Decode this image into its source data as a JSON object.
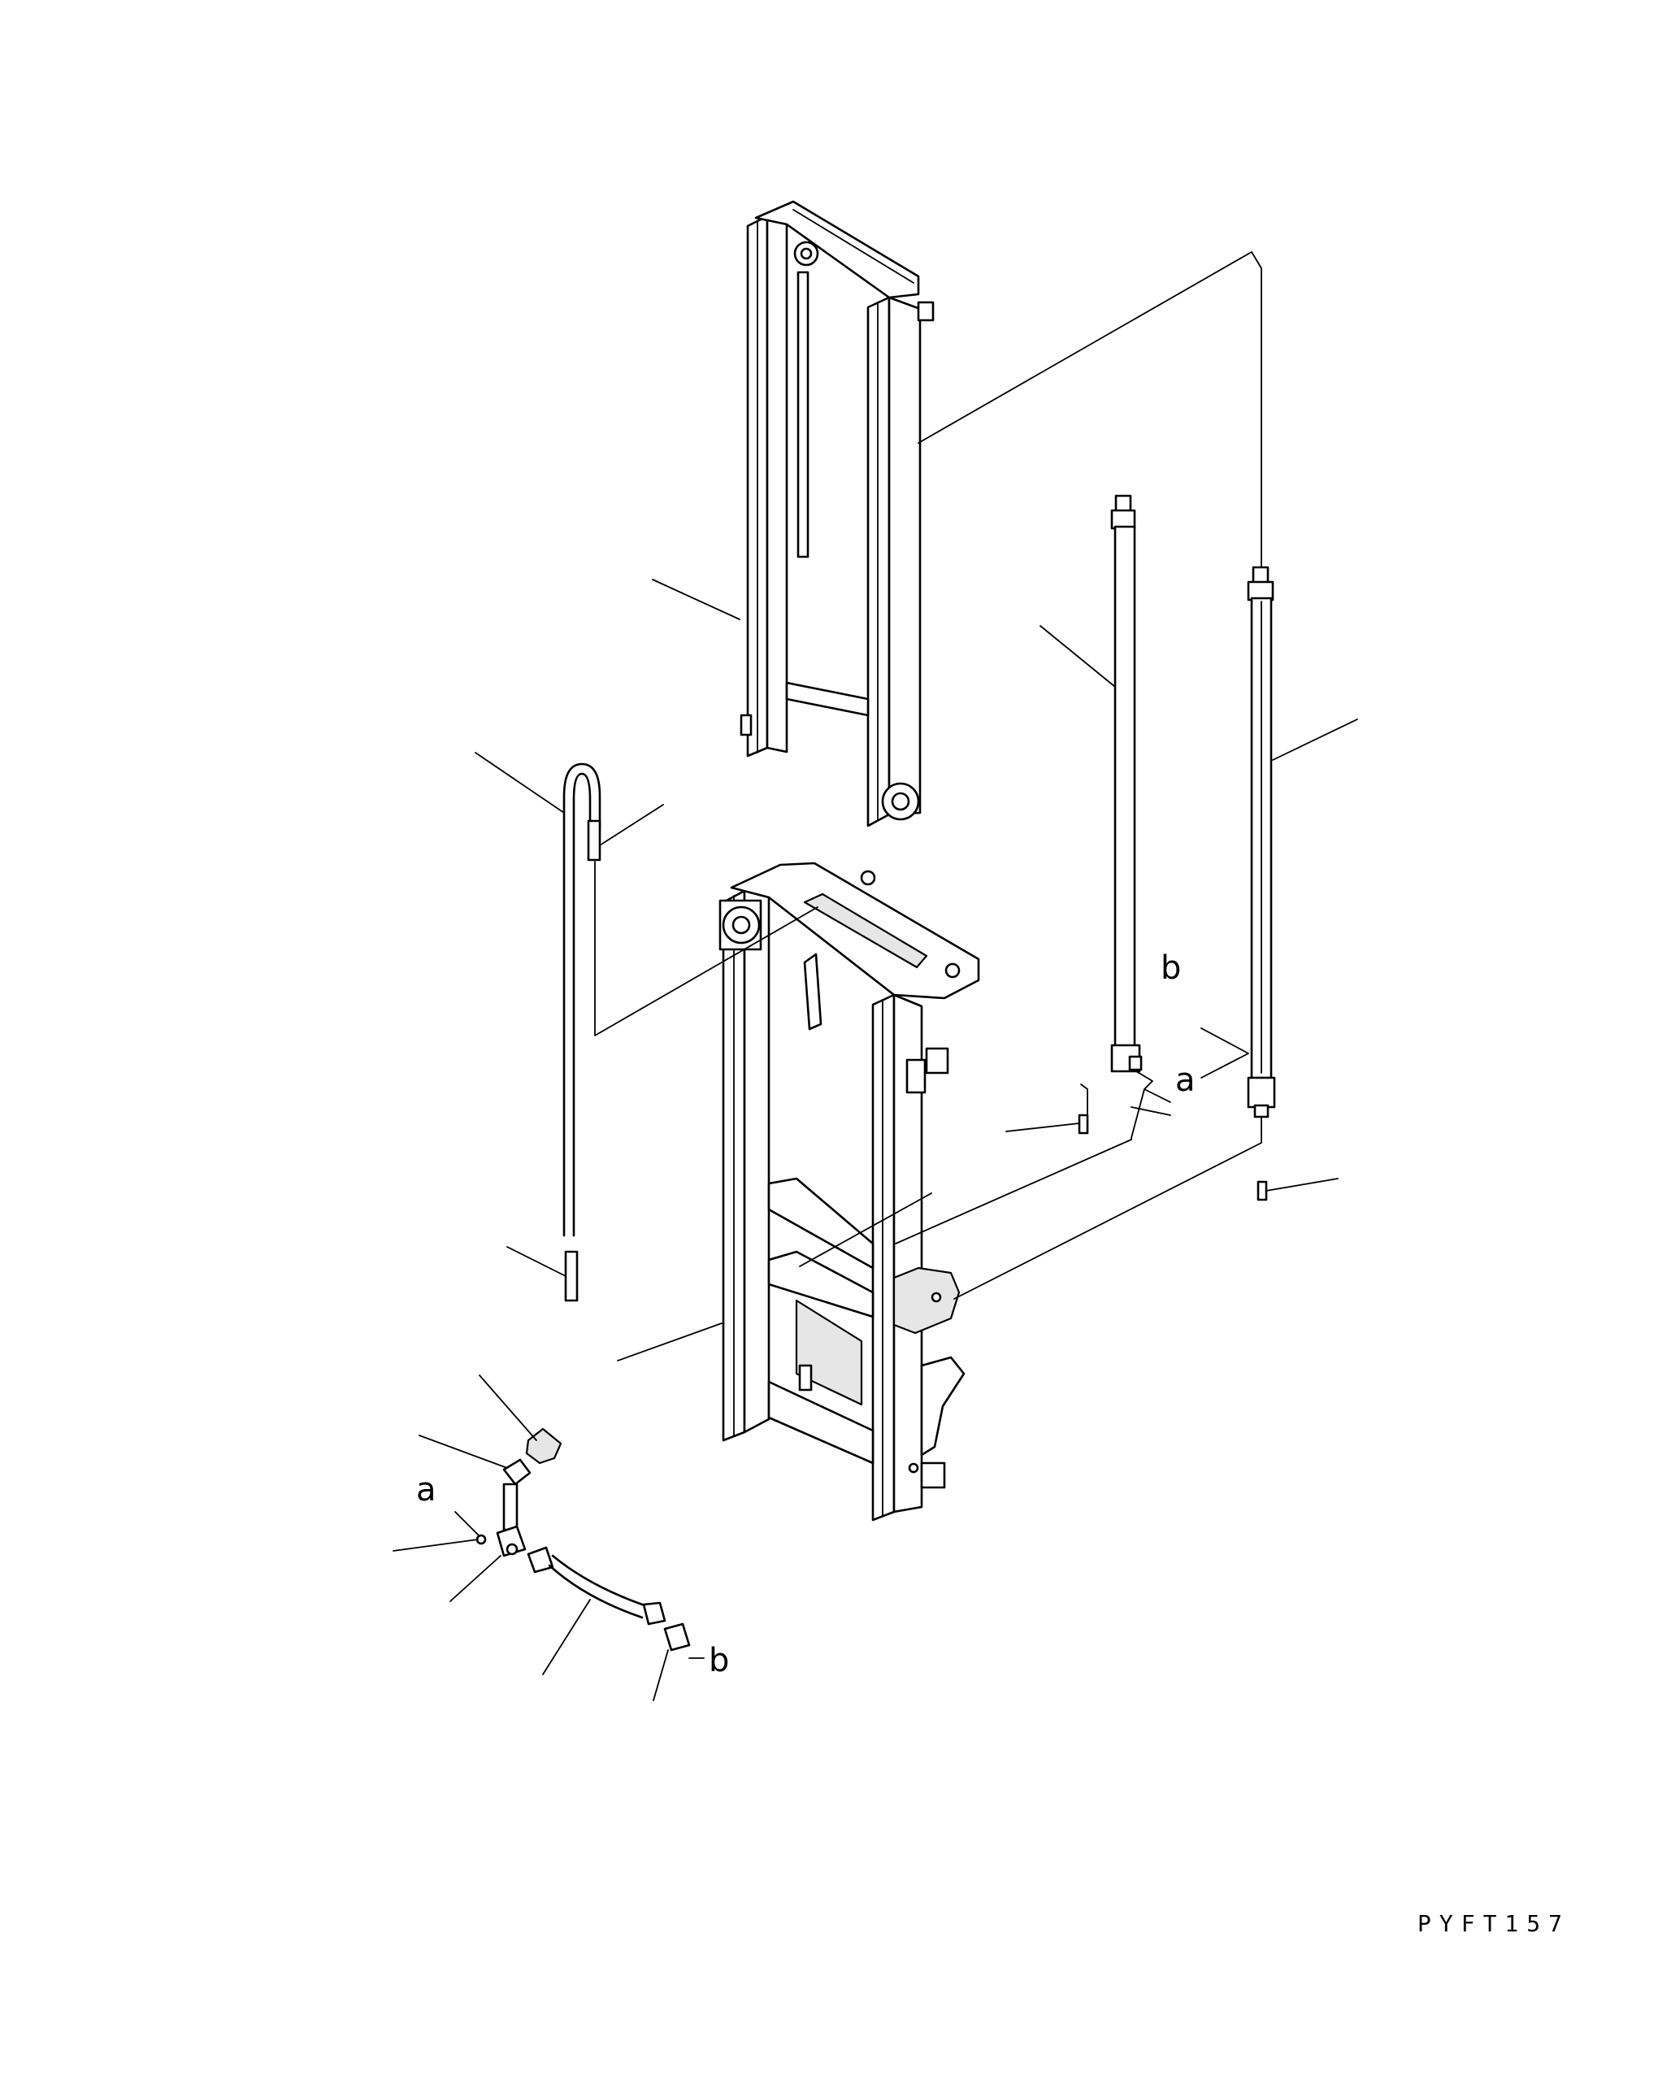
{
  "diagram": {
    "connector_labels": {
      "a_cylinder": "a",
      "b_cylinder": "b",
      "a_hose": "a",
      "b_hose": "b"
    },
    "drawing_code": "PYFT157"
  }
}
